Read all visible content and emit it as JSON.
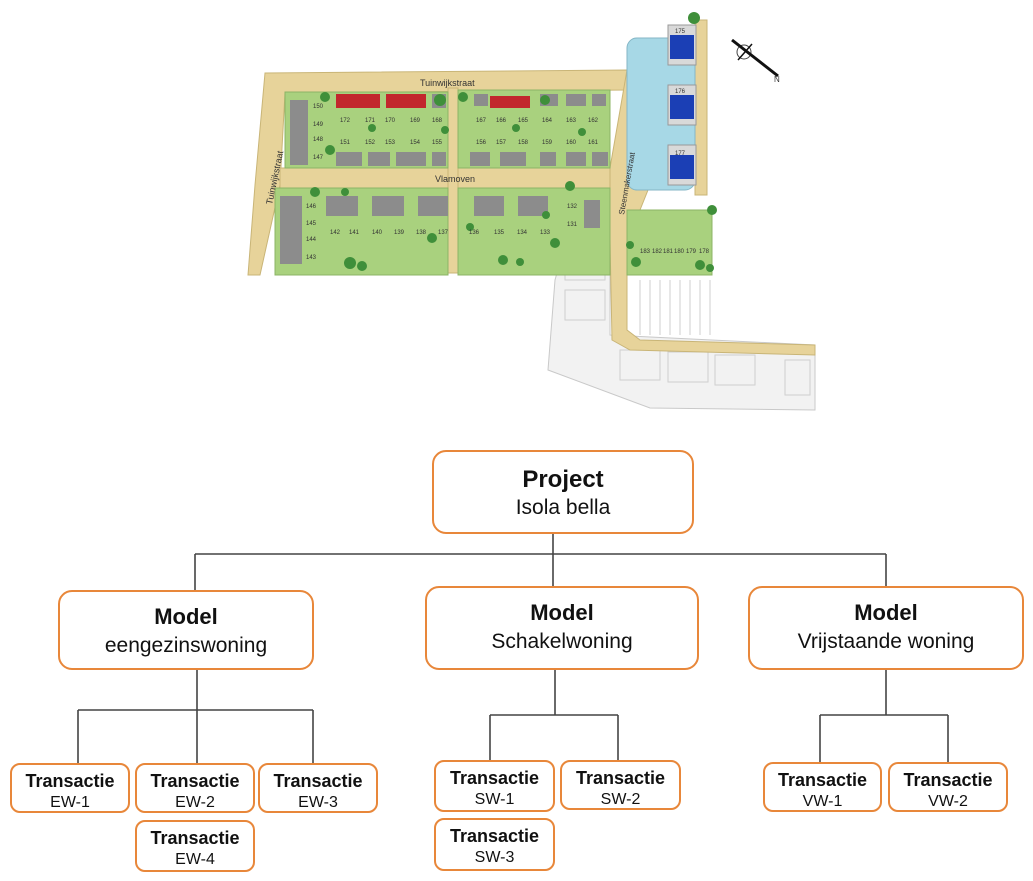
{
  "map": {
    "streets": [
      "Tuinwijkstraat",
      "Tuinwijkstraat",
      "Vlamoven",
      "Steenmakerstraat"
    ],
    "compass": "N",
    "lot_numbers": {
      "north_row_top": [
        "172",
        "171",
        "170",
        "169",
        "168",
        "167",
        "166",
        "165",
        "164",
        "163",
        "162"
      ],
      "north_row_bottom": [
        "151",
        "152",
        "153",
        "154",
        "155",
        "156",
        "157",
        "158",
        "159",
        "160",
        "161"
      ],
      "west_upper": [
        "150",
        "149",
        "148",
        "147"
      ],
      "west_lower": [
        "146",
        "145",
        "144",
        "143"
      ],
      "south_row": [
        "142",
        "141",
        "140",
        "139",
        "138",
        "137",
        "136",
        "135",
        "134",
        "133"
      ],
      "south_east": [
        "132",
        "131"
      ],
      "water": [
        "175",
        "176",
        "177"
      ],
      "east_row": [
        "183",
        "182",
        "181",
        "180",
        "179",
        "178"
      ]
    }
  },
  "tree": {
    "project": {
      "title": "Project",
      "name": "Isola bella"
    },
    "models": [
      {
        "title": "Model",
        "name": "eengezinswoning",
        "transactions": [
          {
            "title": "Transactie",
            "code": "EW-1"
          },
          {
            "title": "Transactie",
            "code": "EW-2"
          },
          {
            "title": "Transactie",
            "code": "EW-3"
          },
          {
            "title": "Transactie",
            "code": "EW-4"
          }
        ]
      },
      {
        "title": "Model",
        "name": "Schakelwoning",
        "transactions": [
          {
            "title": "Transactie",
            "code": "SW-1"
          },
          {
            "title": "Transactie",
            "code": "SW-2"
          },
          {
            "title": "Transactie",
            "code": "SW-3"
          }
        ]
      },
      {
        "title": "Model",
        "name": "Vrijstaande woning",
        "transactions": [
          {
            "title": "Transactie",
            "code": "VW-1"
          },
          {
            "title": "Transactie",
            "code": "VW-2"
          }
        ]
      }
    ]
  }
}
